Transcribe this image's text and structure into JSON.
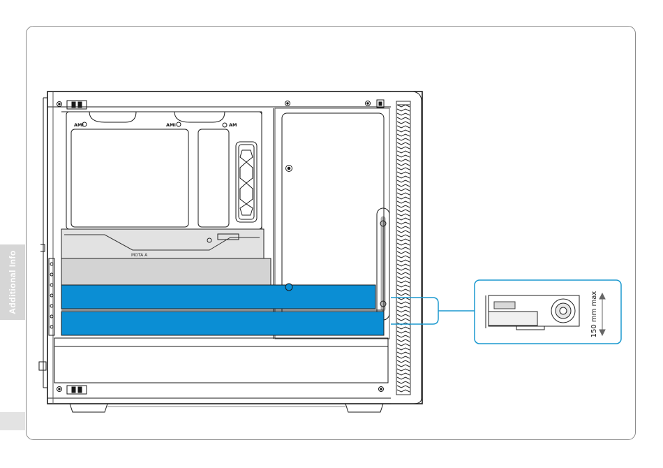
{
  "sidebar": {
    "tab_label": "Additional Info"
  },
  "diagram": {
    "fan_labels": [
      "AMI",
      "AMI",
      "AM"
    ],
    "pcb_marking": "MOTA A",
    "callout_text": "150 mm max"
  },
  "colors": {
    "highlight_blue": "#0b8ed4",
    "callout_border": "#1b99cf",
    "gpu_gray": "#d3d3d3",
    "frame_border": "#8a8a8a",
    "tab_gray": "#d6d6d6"
  }
}
